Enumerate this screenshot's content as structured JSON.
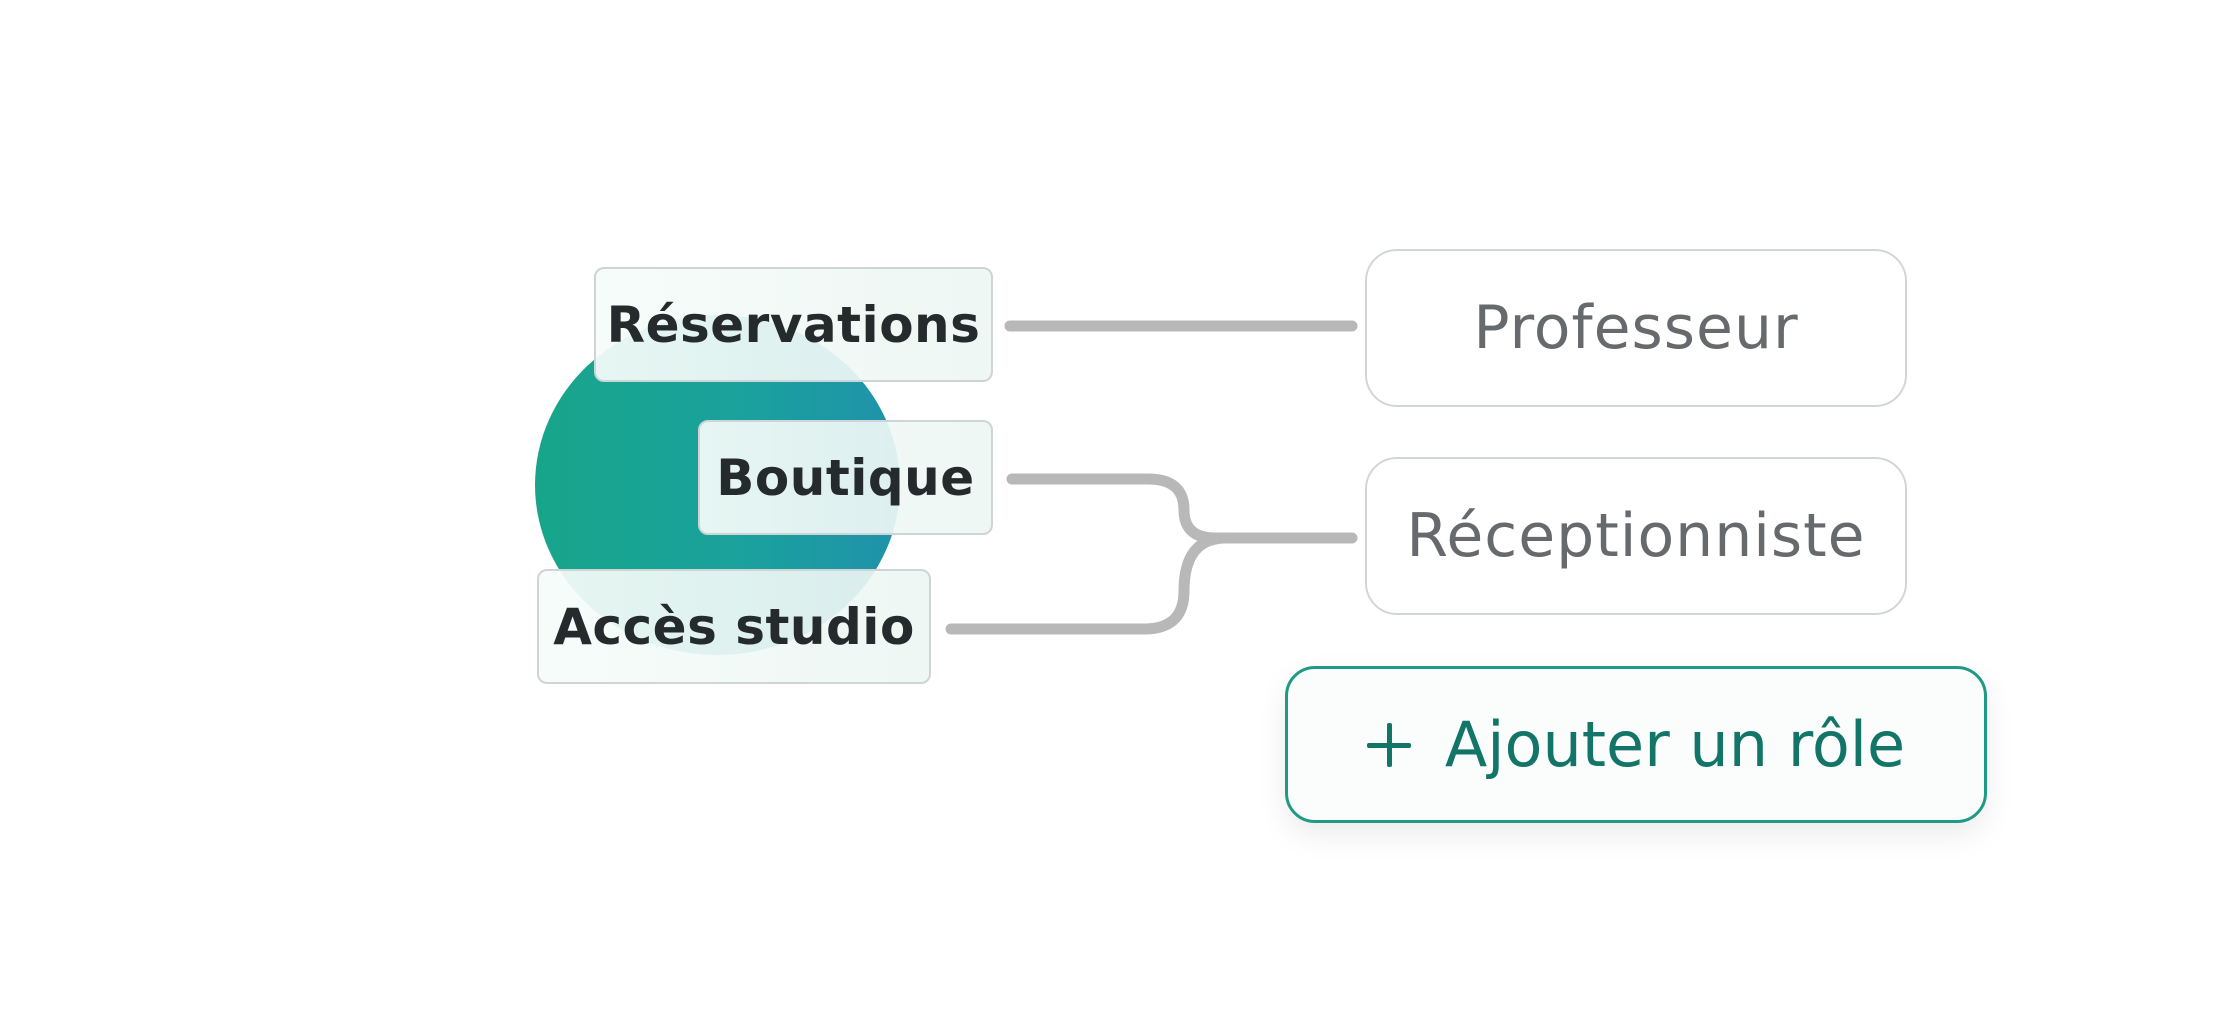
{
  "permissions": [
    {
      "label": "Réservations"
    },
    {
      "label": "Boutique"
    },
    {
      "label": "Accès studio"
    }
  ],
  "roles": [
    {
      "label": "Professeur"
    },
    {
      "label": "Réceptionniste"
    }
  ],
  "add_role": {
    "label": "Ajouter un rôle",
    "icon": "plus-icon"
  },
  "colors": {
    "accent": "#137568",
    "accent_border": "#1f9a83",
    "blob_start": "#17a58a",
    "blob_end": "#1f92ab",
    "connector": "#b8b8b8",
    "role_text": "#666a6c",
    "chip_text": "#252a2c"
  }
}
